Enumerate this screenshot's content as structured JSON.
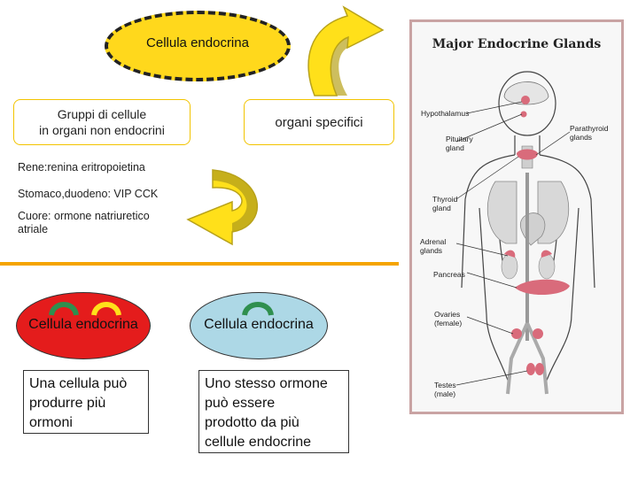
{
  "top_cell": {
    "label": "Cellula endocrina"
  },
  "box_left": {
    "line1": "Gruppi  di cellule",
    "line2": "in organi non endocrini"
  },
  "box_right": {
    "label": "organi specifici"
  },
  "examples": {
    "rene": "Rene:renina eritropoietina",
    "stomaco": "Stomaco,duodeno: VIP CCK",
    "cuore_line1": "Cuore: ormone natriuretico",
    "cuore_line2": "atriale"
  },
  "cell_left": {
    "label": "Cellula endocrina"
  },
  "cell_right": {
    "label": "Cellula endocrina"
  },
  "text_left": {
    "line1": "Una cellula può",
    "line2": "produrre più",
    "line3": "ormoni"
  },
  "text_right": {
    "line1": "Uno stesso ormone",
    "line2": "può essere",
    "line3": "prodotto da più",
    "line4": "cellule endocrine"
  },
  "gland_figure": {
    "title": "Major Endocrine Glands",
    "labels": {
      "hypothalamus": "Hypothalamus",
      "pituitary_1": "Pituitary",
      "pituitary_2": "gland",
      "parathyroid_1": "Parathyroid",
      "parathyroid_2": "glands",
      "thyroid_1": "Thyroid",
      "thyroid_2": "gland",
      "adrenal_1": "Adrenal",
      "adrenal_2": "glands",
      "pancreas": "Pancreas",
      "ovaries_1": "Ovaries",
      "ovaries_2": "(female)",
      "testes_1": "Testes",
      "testes_2": "(male)"
    }
  },
  "colors": {
    "yellow": "#ffd81c",
    "arrow_fill": "#ffe01a",
    "arrow_shadow": "#b8a21a",
    "red_cell": "#e41c1c",
    "blue_cell": "#add8e6",
    "divider": "#f5a400",
    "green_receptor": "#2f8f4e"
  }
}
